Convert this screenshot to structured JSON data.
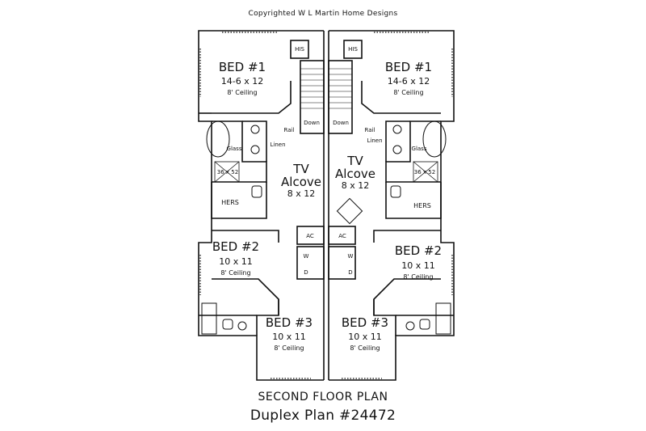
{
  "header": {
    "copyright": "Copyrighted W L Martin Home Designs"
  },
  "footer": {
    "title": "SECOND FLOOR PLAN",
    "plan_number": "Duplex Plan #24472"
  },
  "rooms": {
    "left_bed1": {
      "name": "BED #1",
      "size": "14-6 x 12",
      "ceiling": "8' Ceiling"
    },
    "right_bed1": {
      "name": "BED #1",
      "size": "14-6 x 12",
      "ceiling": "8' Ceiling"
    },
    "left_tv": {
      "name": "TV",
      "name2": "Alcove",
      "size": "8 x 12"
    },
    "right_tv": {
      "name": "TV",
      "name2": "Alcove",
      "size": "8 x 12"
    },
    "left_bed2": {
      "name": "BED #2",
      "size": "10 x 11",
      "ceiling": "8' Ceiling"
    },
    "right_bed2": {
      "name": "BED #2",
      "size": "10 x 11",
      "ceiling": "8' Ceiling"
    },
    "left_bed3": {
      "name": "BED #3",
      "size": "10 x 11",
      "ceiling": "8' Ceiling"
    },
    "right_bed3": {
      "name": "BED #3",
      "size": "10 x 11",
      "ceiling": "8' Ceiling"
    }
  },
  "labels": {
    "his": "HIS",
    "hers": "HERS",
    "glass": "Glass",
    "shower": "36 x 52",
    "linen": "Linen",
    "rail": "Rail",
    "down": "Down",
    "ac": "AC",
    "washer": "W",
    "dryer": "D"
  }
}
